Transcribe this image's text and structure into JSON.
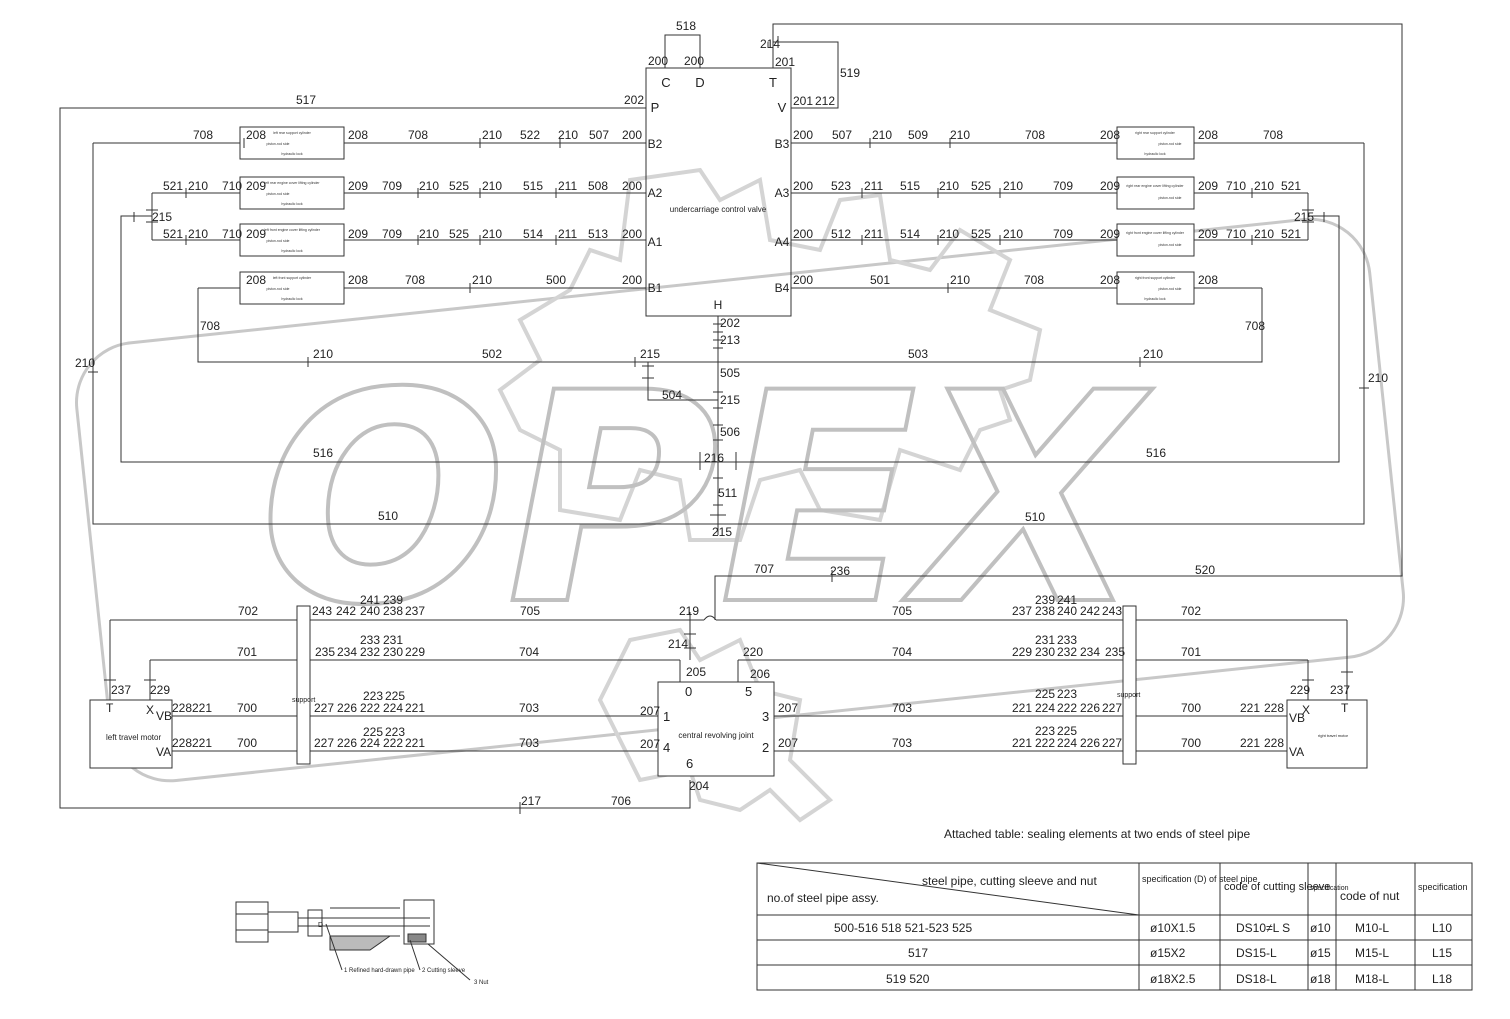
{
  "watermark": "OPEX",
  "control_valve": {
    "name": "undercarriage control valve",
    "ports_top": [
      "C",
      "D",
      "T"
    ],
    "port_left_top": "P",
    "port_right_top": "V",
    "ports_left": [
      "B2",
      "A2",
      "A1",
      "B1"
    ],
    "ports_right": [
      "B3",
      "A3",
      "A4",
      "B4"
    ],
    "port_bottom": "H"
  },
  "revolving_joint": {
    "name": "central revolving joint",
    "ports": [
      "0",
      "5",
      "1",
      "3",
      "4",
      "2",
      "6"
    ]
  },
  "travel_motors": {
    "left": {
      "name": "left travel motor",
      "ports": [
        "X",
        "VB",
        "VA",
        "T"
      ]
    },
    "right": {
      "name": "right travel motor",
      "ports": [
        "X",
        "VB",
        "VA",
        "T"
      ]
    }
  },
  "supports": [
    "support",
    "support"
  ],
  "cylinders": [
    {
      "name": "left rear support cylinder",
      "rod": "piston-rod side",
      "head": "hydraulic lock"
    },
    {
      "name": "left rear engine cover lifting cylinder",
      "rod": "piston-rod side",
      "head": "hydraulic lock"
    },
    {
      "name": "left front engine cover lifting cylinder",
      "rod": "piston-rod side",
      "head": "hydraulic lock"
    },
    {
      "name": "left front support cylinder",
      "rod": "piston-rod side",
      "head": "hydraulic lock"
    },
    {
      "name": "right rear support cylinder",
      "rod": "piston-rod side",
      "head": "hydraulic lock"
    },
    {
      "name": "right rear engine cover lifting cylinder",
      "rod": "piston-rod side",
      "head": ""
    },
    {
      "name": "right front engine cover lifting cylinder",
      "rod": "piston-rod side",
      "head": ""
    },
    {
      "name": "right front support cylinder",
      "rod": "piston-rod side",
      "head": "hydraulic lock"
    }
  ],
  "labels": {
    "top": [
      "518",
      "200",
      "200",
      "214",
      "201",
      "519",
      "201",
      "212",
      "517",
      "202"
    ],
    "row_b2_b3": [
      "708",
      "208",
      "208",
      "708",
      "210",
      "522",
      "210",
      "507",
      "200",
      "200",
      "507",
      "210",
      "509",
      "210",
      "708",
      "208",
      "208",
      "708"
    ],
    "row_a2_a3": [
      "521",
      "210",
      "710",
      "209",
      "209",
      "709",
      "210",
      "525",
      "210",
      "515",
      "211",
      "508",
      "200",
      "200",
      "523",
      "211",
      "515",
      "210",
      "525",
      "210",
      "709",
      "209",
      "209",
      "710",
      "210",
      "521"
    ],
    "row_a1_a4": [
      "215",
      "521",
      "210",
      "710",
      "209",
      "209",
      "709",
      "210",
      "525",
      "210",
      "514",
      "211",
      "513",
      "200",
      "200",
      "512",
      "211",
      "514",
      "210",
      "525",
      "210",
      "709",
      "209",
      "209",
      "710",
      "210",
      "521",
      "215"
    ],
    "row_b1_b4": [
      "208",
      "208",
      "708",
      "210",
      "500",
      "200",
      "200",
      "501",
      "210",
      "708",
      "208",
      "208"
    ],
    "middle": [
      "708",
      "708",
      "210",
      "210",
      "210",
      "502",
      "215",
      "503",
      "210",
      "202",
      "213",
      "505",
      "504",
      "215",
      "506",
      "216",
      "516",
      "516",
      "511",
      "510",
      "510",
      "215"
    ],
    "lower_top": [
      "707",
      "236",
      "520",
      "702",
      "243",
      "242",
      "240",
      "238",
      "237",
      "241",
      "239",
      "705",
      "219",
      "705",
      "237",
      "238",
      "240",
      "242",
      "243",
      "239",
      "241",
      "702",
      "214"
    ],
    "lower_mid": [
      "701",
      "235",
      "234",
      "232",
      "230",
      "229",
      "233",
      "231",
      "704",
      "220",
      "704",
      "229",
      "230",
      "232",
      "234",
      "235",
      "231",
      "233",
      "701",
      "205",
      "206"
    ],
    "lower_motor": [
      "237",
      "229",
      "228",
      "221",
      "700",
      "227",
      "226",
      "222",
      "224",
      "221",
      "223",
      "225",
      "703",
      "207",
      "207",
      "703",
      "221",
      "224",
      "222",
      "226",
      "227",
      "225",
      "223",
      "700",
      "221",
      "228",
      "229",
      "237"
    ],
    "lower_va": [
      "228",
      "221",
      "700",
      "227",
      "226",
      "224",
      "222",
      "221",
      "225",
      "223",
      "703",
      "207",
      "207",
      "703",
      "221",
      "222",
      "224",
      "226",
      "227",
      "223",
      "225",
      "700",
      "221",
      "228"
    ],
    "bottom": [
      "204",
      "217",
      "706"
    ]
  },
  "table": {
    "caption": "Attached table: sealing elements at two ends of steel pipe",
    "header_diag_top": "steel pipe, cutting sleeve and nut",
    "header_diag_bottom": "no.of steel pipe assy.",
    "headers": [
      "specification (D) of steel pipe",
      "code of cutting sleeve",
      "specification",
      "code of nut",
      "specification"
    ],
    "rows": [
      [
        "500-516  518  521-523  525",
        "ø10X1.5",
        "DS10≠L S",
        "ø10",
        "M10-L",
        "L10"
      ],
      [
        "517",
        "ø15X2",
        "DS15-L",
        "ø15",
        "M15-L",
        "L15"
      ],
      [
        "519  520",
        "ø18X2.5",
        "DS18-L",
        "ø18",
        "M18-L",
        "L18"
      ]
    ]
  },
  "fitting_detail": {
    "callouts": [
      "1 Refined hard-drawn pipe",
      "2 Cutting sleeve",
      "3 Nut"
    ],
    "dimension": "D"
  }
}
